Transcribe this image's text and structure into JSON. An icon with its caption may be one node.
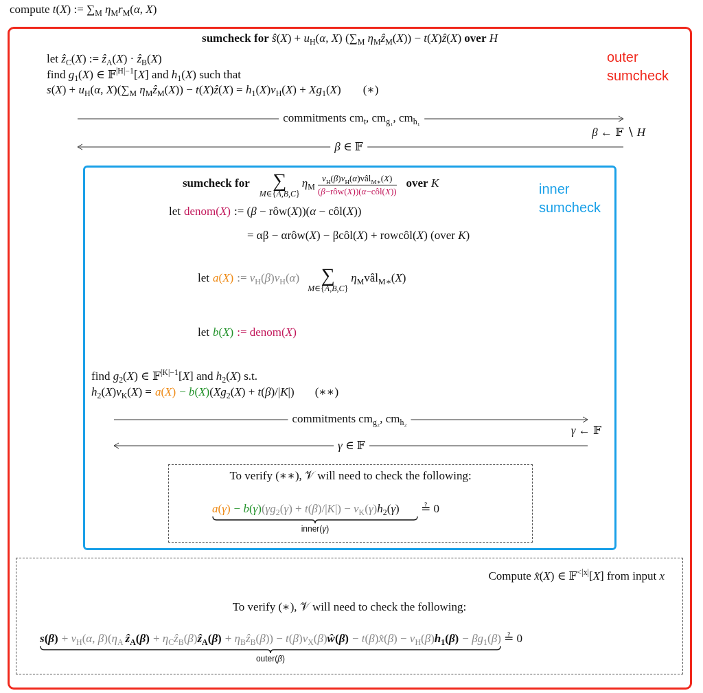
{
  "diagram": {
    "nodes": [
      {
        "text": [
          "**sumcheck for** *ŝ*(*X*) + *u*$_{H}$(*α*, *X*) (∑$_{M}$ *η*$_{M}$*ẑ*$_{M}$(*X*)) − *t*(*X*)*ẑ*(*X*) **over** *H*",
          "outer sumcheck"
        ]
      },
      {
        "text": [
          "sumcheck for",
          "∑",
          "*M*∈{*A*,*B*,*C*}",
          "*η*$_{M}$",
          "*v*$_{H}$(*β*)*v*$_{H}$(*α*)vâl$_{M∗}$(*X*)",
          "(*β*−rôw(*X*))(*α*−côl(*X*))",
          "**over** *K*",
          "inner sumcheck"
        ],
        "in": 0
      },
      {
        "text": [
          "To verify (∗∗), 𝒱 will need to check the following:",
          "*a*(*γ*)",
          "− *b*(*γ*)",
          "(*γg*$_{2}$(*γ*) + *t*(*β*)/|*K*|) − *v*$_{K}$(*γ*)",
          "*h*$_{2}$(*γ*)",
          "≟ 0",
          "inner(*γ*)"
        ],
        "in": 1
      },
      {
        "text": [
          "Compute *x̂*(*X*) ∈ 𝔽$^{<|x|}$[*X*] from input *x*",
          "To verify (∗), 𝒱 will need to check the following:",
          "*s*(*β*)",
          "+ *v*$_{H}$(*α*, *β*)(*η*$_{A}$",
          "*ẑ*$_{A}$(*β*)",
          "+ *η*$_{C}$*ẑ*$_{B}$(*β*)",
          "*ẑ*$_{A}$(*β*)",
          "+ *η*$_{B}$*ẑ*$_{B}$(*β*)) − *t*(*β*)*v*$_{X}$(*β*)",
          "*ŵ*(*β*)",
          "− *t*(*β*)*x̂*(*β*) − *v*$_{H}$(*β*)",
          "*h*$_{1}$(*β*)",
          "− *βg*$_{1}$(*β*)",
          "≟ 0",
          "outer(*β*)"
        ],
        "in": 0
      }
    ],
    "labels": [
      "compute *t*(*X*) := ∑$_{M}$ *η*$_{M}$*r*$_{M}$(*α*, *X*)",
      "let *ẑ*$_{C}$(*X*) := *ẑ*$_{A}$(*X*) · *ẑ*$_{B}$(*X*)",
      "find *g*$_{1}$(*X*) ∈ 𝔽$^{|H|−1}$[*X*] and *h*$_{1}$(*X*) such that",
      "*s*(*X*) + *u*$_{H}$(*α*, *X*)(∑$_{M}$ *η*$_{M}$*ẑ*$_{M}$(*X*)) − *t*(*X*)*ẑ*(*X*) = *h*$_{1}$(*X*)*v*$_{H}$(*X*) + *Xg*$_{1}$(*X*)",
      "(∗)",
      "commitments cm$_{t}$, cm$_{g₁}$, cm$_{h₁}$",
      "*β* ← 𝔽 ∖ *H*",
      "*β* ∈ 𝔽",
      "let",
      "denom(*X*)",
      ":= (*β* − rôw(*X*))(*α* − côl(*X*))",
      "= αβ − αrôw(*X*) − βcôl(*X*) + rowcôl(*X*) (over *K*)",
      "let",
      "*a*(*X*)",
      ":= *v*$_{H}$(*β*)*v*$_{H}$(*α*)",
      "∑",
      "*M*∈{*A*,*B*,*C*}",
      "*η*$_{M}$vâl$_{M∗}$(*X*)",
      "let",
      "*b*(*X*)",
      ":= denom(*X*)",
      "find *g*$_{2}$(*X*) ∈ 𝔽$^{|K|−1}$[*X*] and *h*$_{2}$(*X*) s.t.",
      "*h*$_{2}$(*X*)*v*$_{K}$(*X*) =",
      "*a*(*X*)",
      "− *b*(*X*)",
      "(*Xg*$_{2}$(*X*) + *t*(*β*)/|*K*|)",
      "(∗∗)",
      "commitments cm$_{g₂}$, cm$_{h₂}$",
      "*γ* ← 𝔽",
      "*γ* ∈ 𝔽"
    ]
  }
}
